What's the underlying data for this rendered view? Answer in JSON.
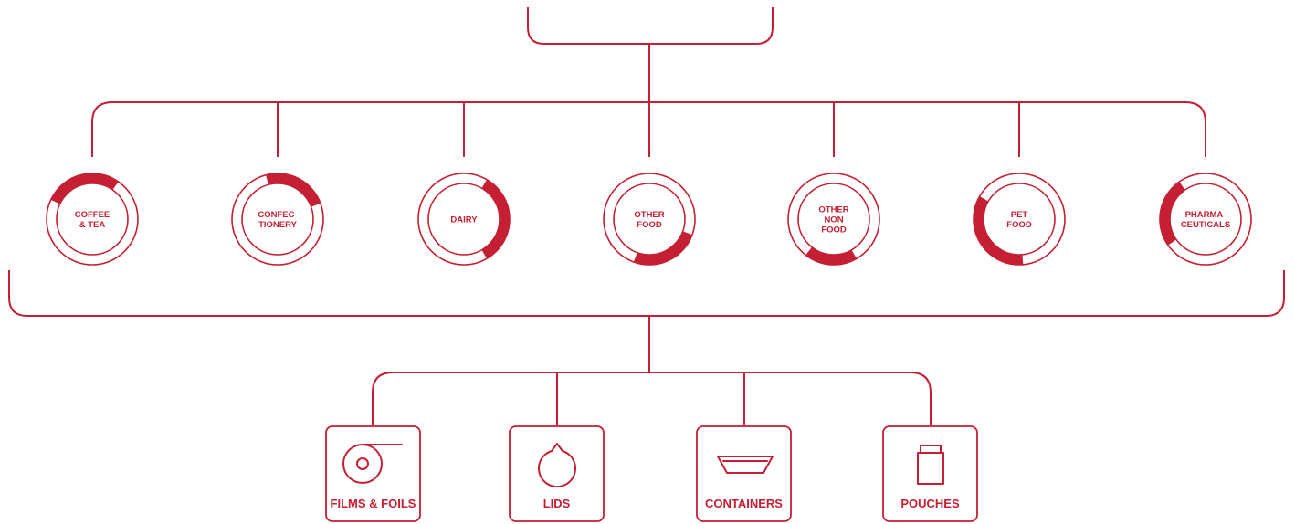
{
  "colors": {
    "accent": "#c41f33",
    "background": "#ffffff"
  },
  "segments": [
    {
      "id": "coffee-tea",
      "lines": [
        "COFFEE",
        "& TEA"
      ],
      "share_arc": {
        "start_deg": -65,
        "end_deg": 35
      }
    },
    {
      "id": "confectionery",
      "lines": [
        "CONFEC-",
        "TIONERY"
      ],
      "share_arc": {
        "start_deg": -15,
        "end_deg": 70
      }
    },
    {
      "id": "dairy",
      "lines": [
        "DAIRY"
      ],
      "share_arc": {
        "start_deg": 30,
        "end_deg": 150
      }
    },
    {
      "id": "other-food",
      "lines": [
        "OTHER",
        "FOOD"
      ],
      "share_arc": {
        "start_deg": 110,
        "end_deg": 200
      }
    },
    {
      "id": "other-non-food",
      "lines": [
        "OTHER",
        "NON",
        "FOOD"
      ],
      "share_arc": {
        "start_deg": 150,
        "end_deg": 218
      }
    },
    {
      "id": "pet-food",
      "lines": [
        "PET",
        "FOOD"
      ],
      "share_arc": {
        "start_deg": 175,
        "end_deg": 300
      }
    },
    {
      "id": "pharmaceuticals",
      "lines": [
        "PHARMA-",
        "CEUTICALS"
      ],
      "share_arc": {
        "start_deg": 235,
        "end_deg": 325
      }
    }
  ],
  "products": [
    {
      "id": "films-foils",
      "label": "FILMS & FOILS",
      "icon": "film-roll-icon"
    },
    {
      "id": "lids",
      "label": "LIDS",
      "icon": "lid-icon"
    },
    {
      "id": "containers",
      "label": "CONTAINERS",
      "icon": "container-tray-icon"
    },
    {
      "id": "pouches",
      "label": "POUCHES",
      "icon": "pouch-icon"
    }
  ]
}
